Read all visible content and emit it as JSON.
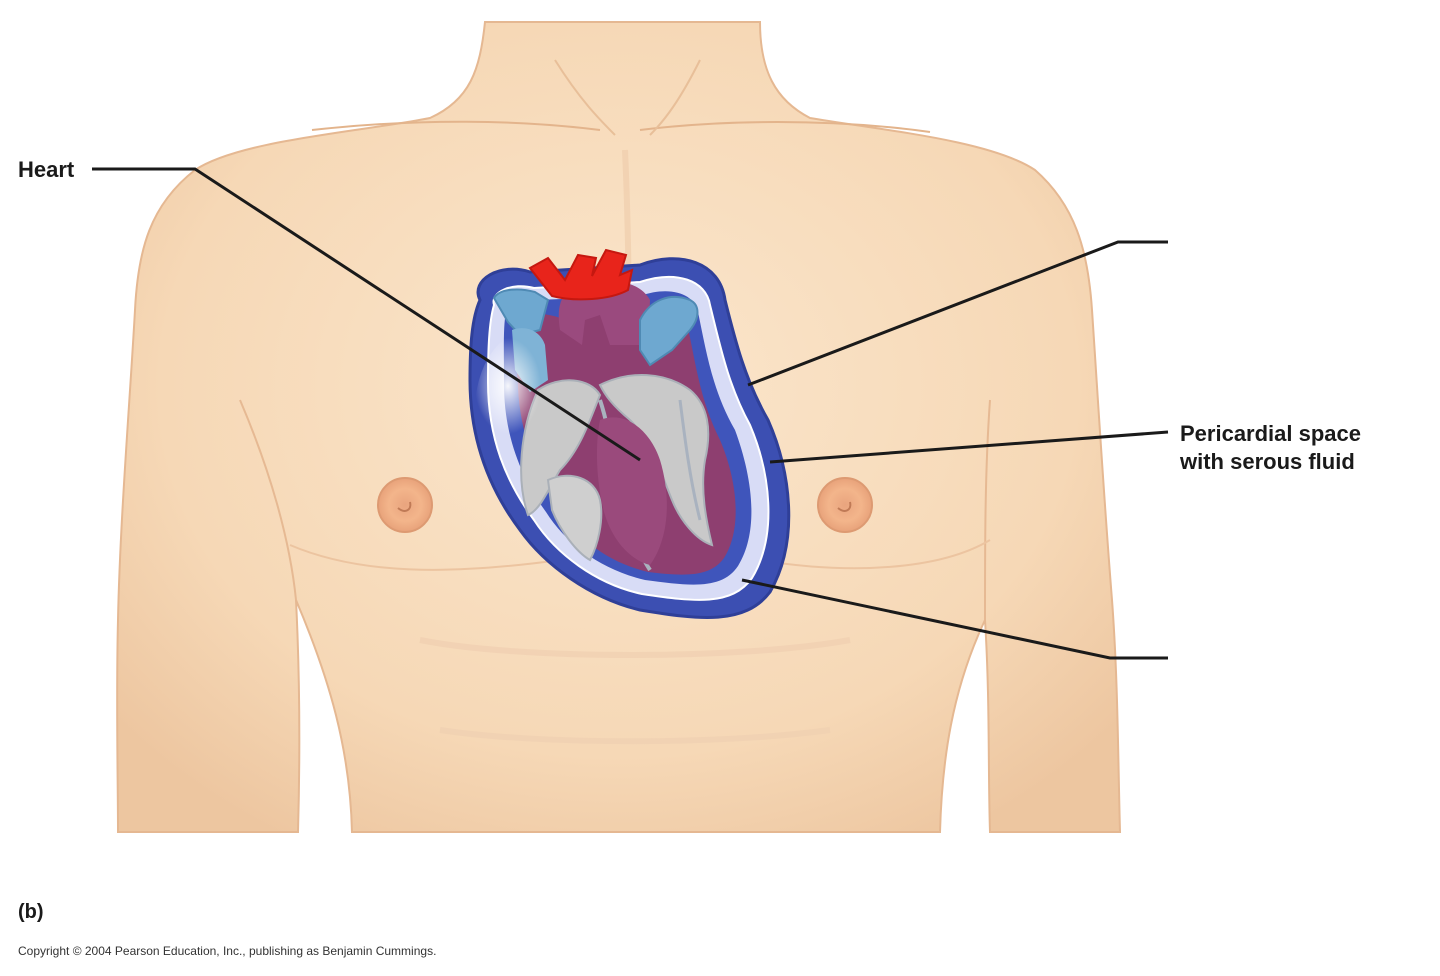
{
  "labels": {
    "heart": "Heart",
    "pericardial_line1": "Pericardial space",
    "pericardial_line2": "with serous fluid",
    "part": "(b)"
  },
  "copyright": "Copyright © 2004 Pearson Education, Inc., publishing as Benjamin Cummings.",
  "colors": {
    "skin": "#f8dcbb",
    "skin_shadow": "#e9bf98",
    "pericardium_outer": "#3b4fb0",
    "serous_fluid": "#d9dcf5",
    "myocardium": "#8a3d6d",
    "artery": "#e8231a",
    "vein": "#6aa6cf",
    "fat": "#c9c9c9"
  }
}
